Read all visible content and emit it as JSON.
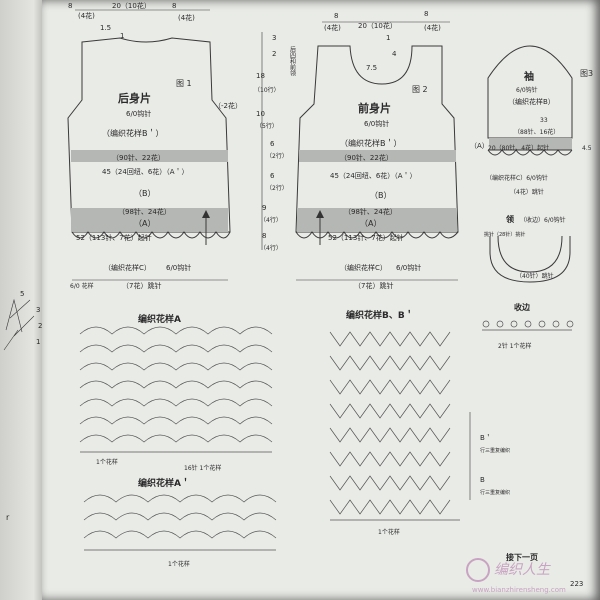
{
  "left_page": {
    "stitch_labels": [
      "3",
      "2",
      "1",
      "5"
    ],
    "corner_mark": "r"
  },
  "page_number": "223",
  "footer": {
    "continued": "接下一页",
    "watermark_logo": "编织人生",
    "watermark_url": "www.bianzhirensheng.com"
  },
  "top_dims": {
    "back": {
      "left": "(4花)",
      "center": "20（10花）",
      "right": "(4花)",
      "top_left_num": "8",
      "top_right_num": "8",
      "side_num": "1.5",
      "small": "1"
    },
    "front": {
      "left": "(4花)",
      "center": "20（10花）",
      "right": "(4花)",
      "top_left_num": "8",
      "top_right_num": "8",
      "neck_num": "7.5",
      "neck_right": "4",
      "small": "1"
    }
  },
  "back": {
    "fig": "图 1",
    "title": "后身片",
    "needle": "6/0钩针",
    "pattern": "（编织花样B＇）",
    "side": "（-2花）",
    "row1": "（90针、22花）",
    "band1": "45（24回纽、6花）（A＇）",
    "mid": "（B）",
    "row2": "（98针、24花）",
    "band2": "（A）",
    "row3": "52（113针、7花）起针",
    "pattern_c": "（编织花样C）",
    "c_needle": "6/0钩针",
    "width": "（7花）跳针",
    "left_note": "6/0 花样"
  },
  "vscale": {
    "labels": [
      "3",
      "2",
      "18",
      "（10行）",
      "10",
      "（5行）",
      "6",
      "（2行）",
      "6",
      "（2行）",
      "9",
      "（4行）",
      "8",
      "（4行）"
    ]
  },
  "front": {
    "fig": "图 2",
    "title": "前身片",
    "needle": "6/0钩针",
    "pattern": "（编织花样B＇）",
    "neck_note": "后四和前领",
    "row1": "（90针、22花）",
    "band1": "45（24回纽、6花）（A＇）",
    "mid": "（B）",
    "row2": "（98针、24花）",
    "band2": "（A）",
    "row3": "52（113针、7花）起针",
    "pattern_c": "（编织花样C）",
    "c_needle": "6/0钩针",
    "width": "（7花）跳针"
  },
  "sleeve": {
    "fig": "图3",
    "title": "袖",
    "needle": "6/0钩针",
    "pattern": "（编织花样B）",
    "dim1": "33",
    "row1": "（88针、16花）",
    "band": "（A）",
    "row2": "20（80针、4花）起针",
    "pattern_c": "（编织花样C）6/0钩针",
    "width": "（4花）跳针",
    "side_num": "4.5"
  },
  "collar": {
    "title": "领",
    "subtitle": "（收边）6/0钩针",
    "inner": "（40针）跳针",
    "outer": "挑针（28针）挑针"
  },
  "edging": {
    "title": "收边",
    "note": "2针 1个花样"
  },
  "pattern_a": {
    "title": "编织花样A",
    "repeat": "16针 1个花样",
    "start": "1个花样"
  },
  "pattern_b": {
    "title": "编织花样B、B＇",
    "label_b1": "B＇",
    "label_b1_note": "行三重复编织",
    "label_b2": "B",
    "label_b2_note": "行三重复编织",
    "repeat": "1个花样"
  },
  "pattern_a2": {
    "title": "编织花样A＇",
    "repeat": "1个花样"
  }
}
